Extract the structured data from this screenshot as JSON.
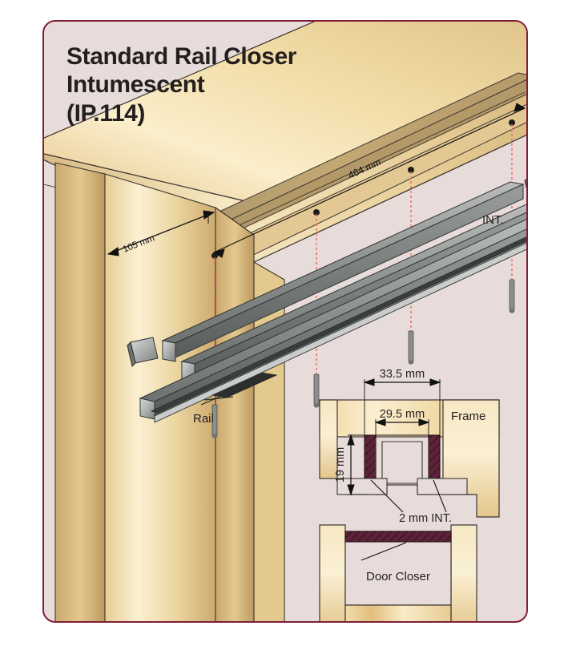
{
  "document": {
    "title_lines": [
      "Standard Rail Closer",
      "Intumescent",
      "(IP.114)"
    ],
    "title_full": "Standard Rail Closer Intumescent (IP.114)"
  },
  "colors": {
    "page_background": "#ffffff",
    "card_background": "#e8dcda",
    "card_border": "#7e1f39",
    "intumescent_fill": "#5e2338",
    "timber_light": "#f8e6bc",
    "timber_mid": "#e9cf96",
    "timber_dark": "#c9ab6d",
    "metal_light": "#d5d7d6",
    "metal_mid": "#8f9290",
    "metal_dark": "#5f6361",
    "dashed_guide": "#e8705f",
    "text": "#231f20",
    "line": "#3b3530"
  },
  "isometric_view": {
    "labels": {
      "length_464": "464 mm",
      "depth_105": "105 mm",
      "intumescent": "INT.",
      "rail": "Rail"
    },
    "fixing_screws_count": 4,
    "strips": [
      {
        "name": "intumescent-strip-upper"
      },
      {
        "name": "intumescent-strip-lower"
      },
      {
        "name": "rail-channel"
      }
    ]
  },
  "cross_section": {
    "labels": {
      "width_overall": "33.5 mm",
      "width_inner": "29.5 mm",
      "height": "19 mm",
      "intumescent_callout": "2 mm INT.",
      "frame": "Frame",
      "door_closer": "Door Closer"
    }
  }
}
